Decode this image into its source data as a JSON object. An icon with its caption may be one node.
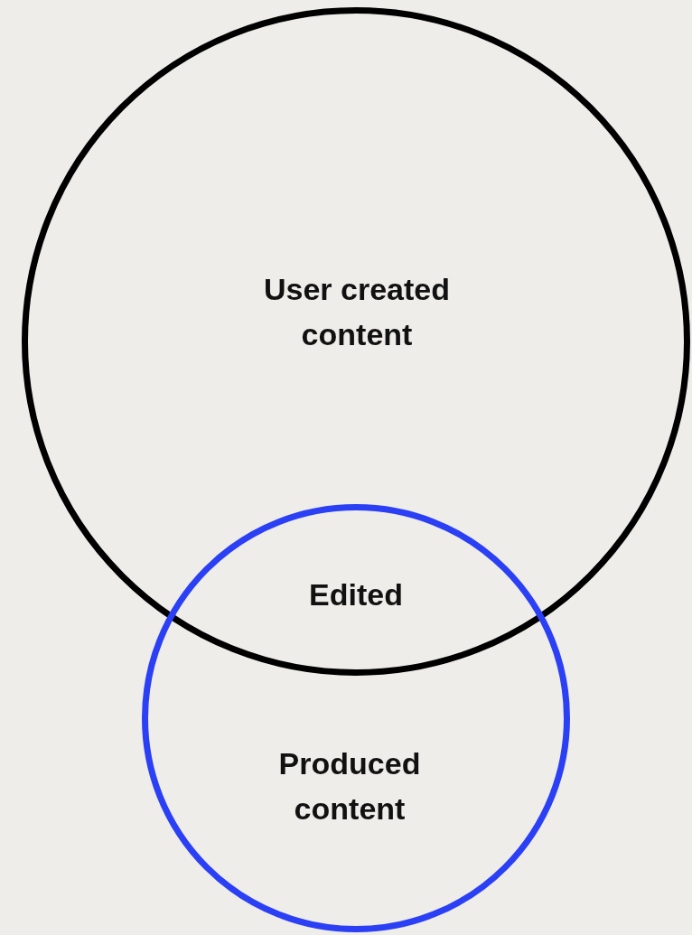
{
  "diagram": {
    "nodes": [
      {
        "text": [
          "User created content"
        ]
      },
      {
        "text": [
          "Produced content"
        ]
      }
    ],
    "labels": [
      "Edited"
    ]
  }
}
